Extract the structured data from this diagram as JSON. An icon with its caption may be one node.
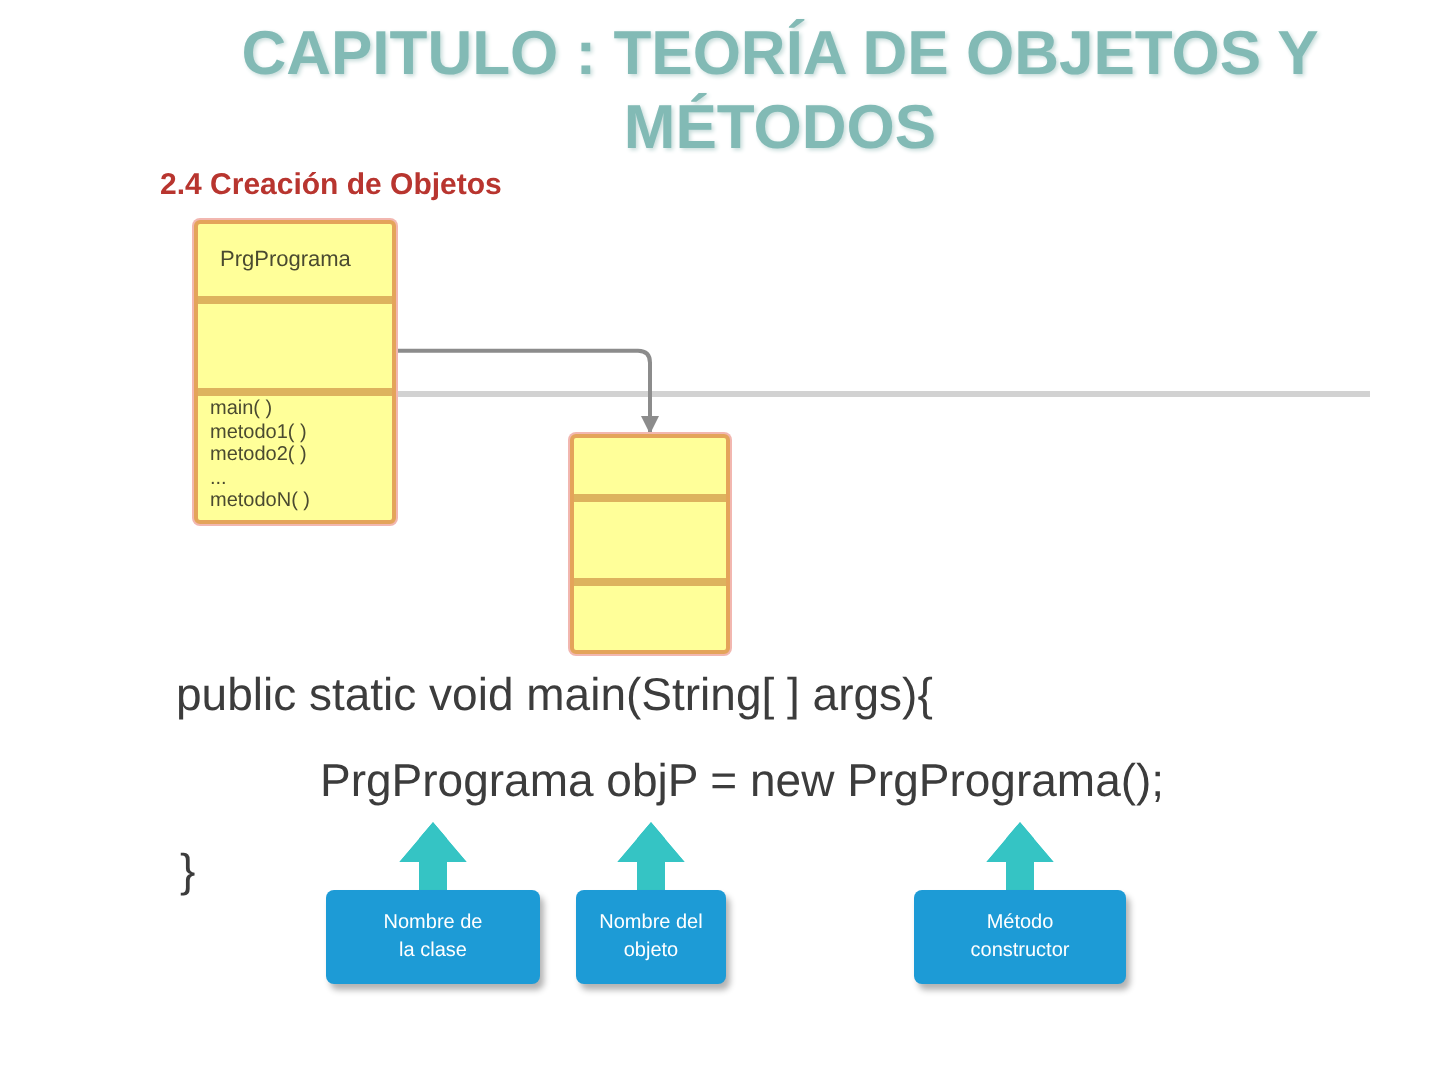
{
  "diagram": {
    "title": "CAPITULO : TEORÍA DE OBJETOS Y MÉTODOS",
    "nodes": [
      {
        "text": [
          "PrgPrograma",
          "main( )",
          "metodo1( )",
          "metodo2( )",
          "...",
          "metodoN( )"
        ]
      },
      {
        "text": [],
        "shape": "box"
      },
      {
        "text": [
          "PrgPrograma objP = new PrgPrograma();"
        ]
      },
      {
        "text": [
          "Nombre de la clase"
        ]
      },
      {
        "text": [
          "Nombre del objeto"
        ]
      },
      {
        "text": [
          "Método constructor"
        ]
      }
    ],
    "edges": [
      {
        "from": 0,
        "to": 1,
        "arrow": "to",
        "color": "#8c8c8c"
      },
      {
        "from": 3,
        "to": 2,
        "arrow": "to"
      },
      {
        "from": 4,
        "to": 2,
        "arrow": "to"
      },
      {
        "from": 5,
        "to": 2,
        "arrow": "to"
      }
    ],
    "labels": [
      "2.4 Creación de Objetos",
      "public static void main(String[ ] args){",
      "}"
    ]
  }
}
